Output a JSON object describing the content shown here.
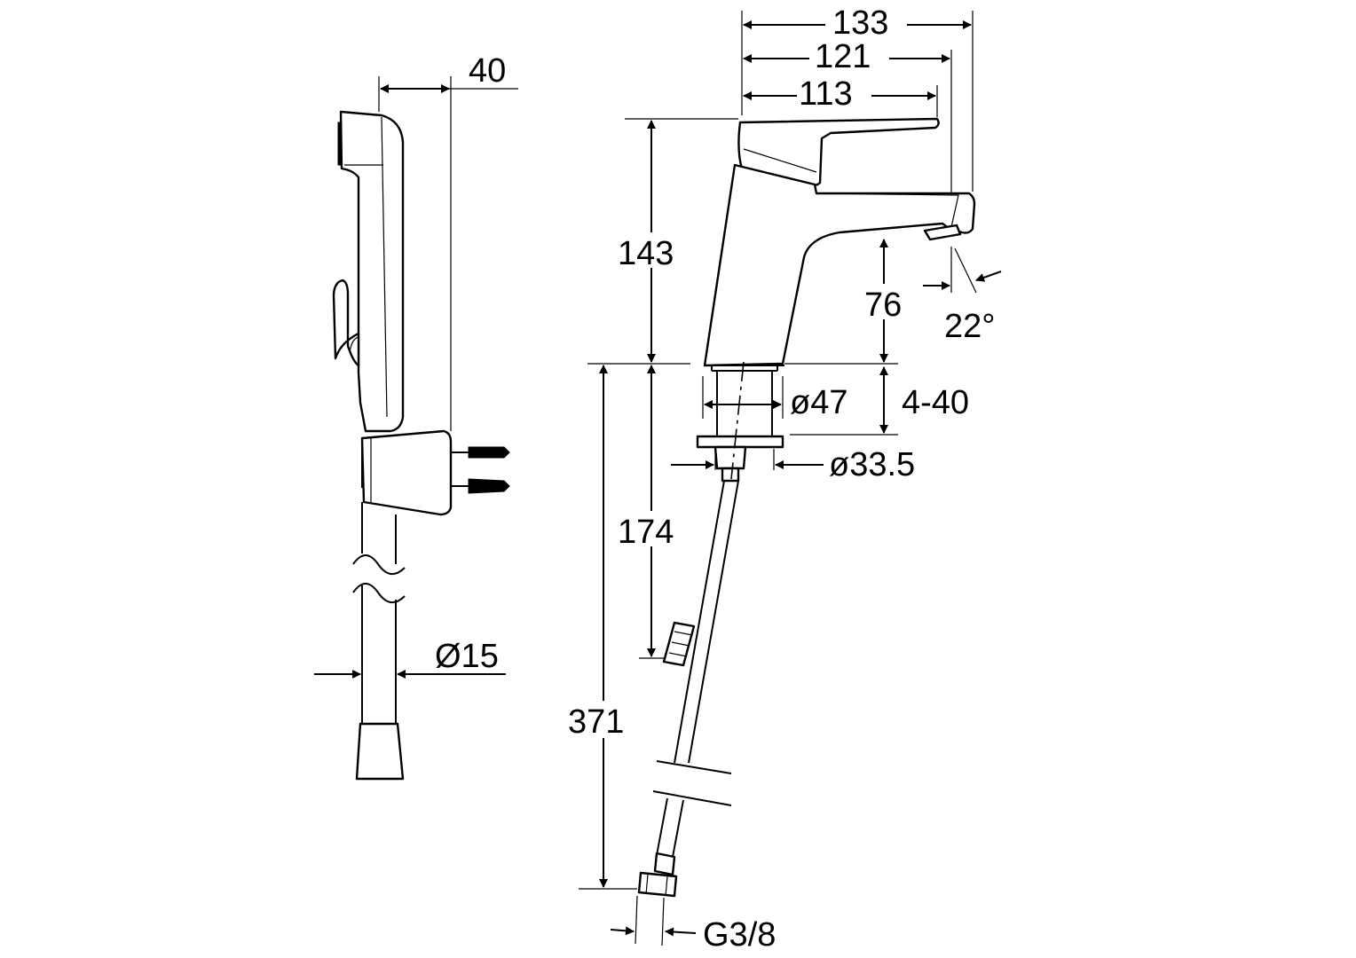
{
  "dimensions": {
    "side_width": "40",
    "hose_diameter": "Ø15",
    "width_overall": "133",
    "width_spout": "121",
    "width_lever": "113",
    "height_total": "143",
    "height_spout": "76",
    "spray_angle": "22°",
    "hole_diameter": "ø47",
    "counter_thickness": "4-40",
    "shank_diameter": "ø33.5",
    "shank_length": "174",
    "hose_length": "371",
    "thread": "G3/8"
  },
  "colors": {
    "line": "#000000",
    "background": "#ffffff"
  }
}
